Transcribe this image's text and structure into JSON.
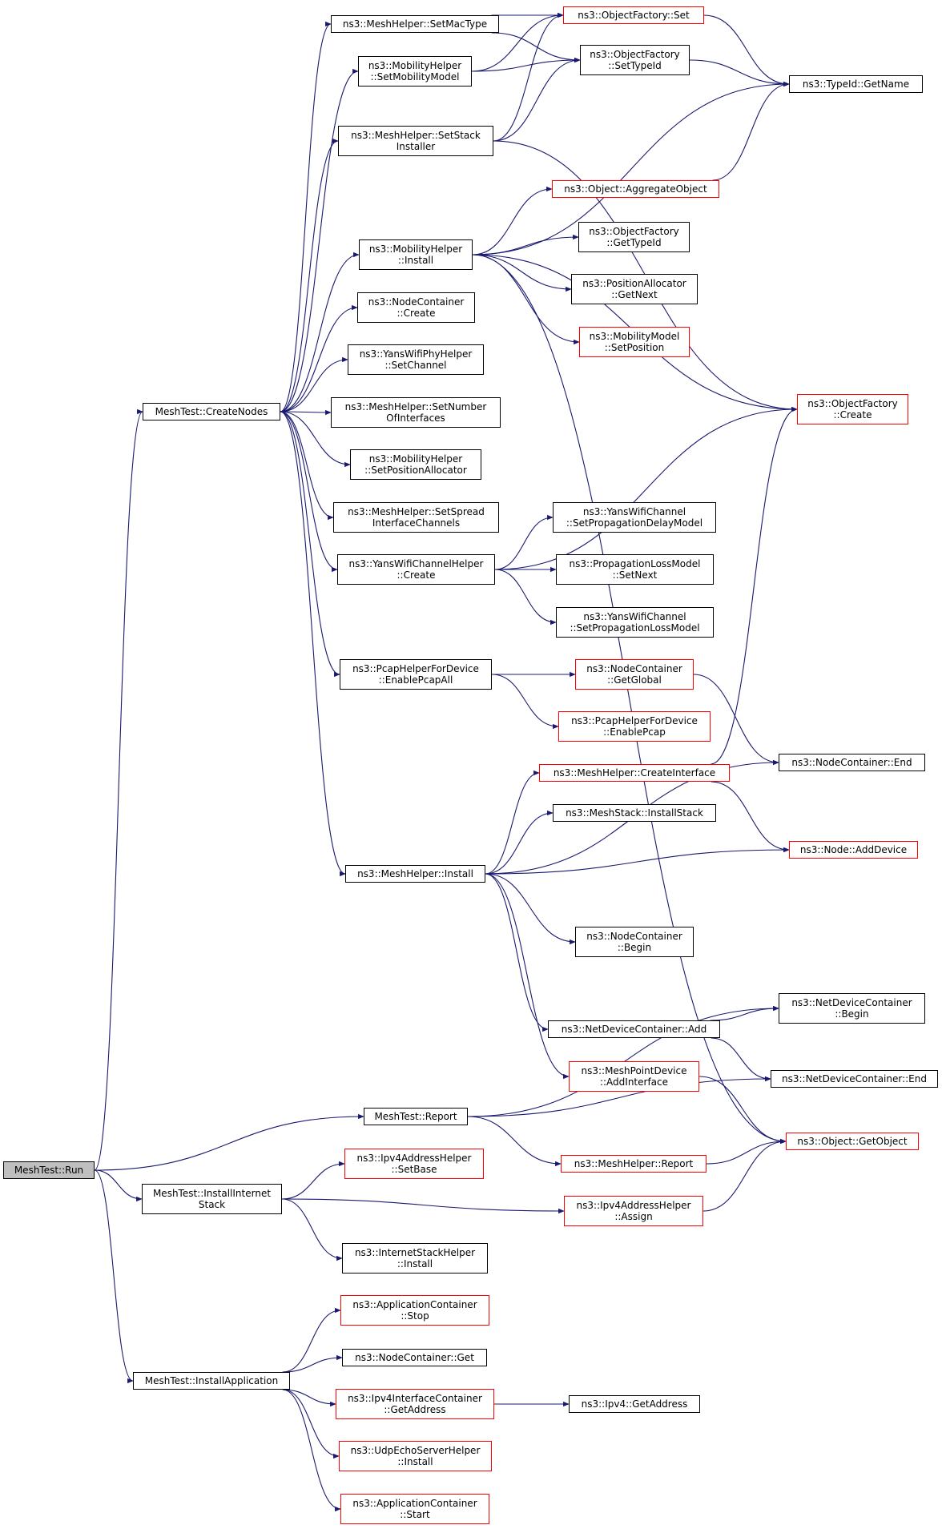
{
  "colors": {
    "edge": "#191970",
    "node_border": "#000000",
    "truncated_border": "#ff0000",
    "root_fill": "#bfbfbf"
  },
  "nodes": {
    "run": "MeshTest::Run",
    "create_nodes": "MeshTest::CreateNodes",
    "report": "MeshTest::Report",
    "install_internet_stack": "MeshTest::InstallInternet\nStack",
    "install_application": "MeshTest::InstallApplication",
    "set_mac_type": "ns3::MeshHelper::SetMacType",
    "object_factory_set": "ns3::ObjectFactory::Set",
    "set_mobility_model": "ns3::MobilityHelper\n::SetMobilityModel",
    "object_factory_set_type_id": "ns3::ObjectFactory\n::SetTypeId",
    "type_id_get_name": "ns3::TypeId::GetName",
    "set_stack_installer": "ns3::MeshHelper::SetStack\nInstaller",
    "aggregate_object": "ns3::Object::AggregateObject",
    "mobility_install": "ns3::MobilityHelper\n::Install",
    "object_factory_get_type_id": "ns3::ObjectFactory\n::GetTypeId",
    "position_allocator_get_next": "ns3::PositionAllocator\n::GetNext",
    "node_container_create": "ns3::NodeContainer\n::Create",
    "mobility_model_set_position": "ns3::MobilityModel\n::SetPosition",
    "yans_wifi_phy_set_channel": "ns3::YansWifiPhyHelper\n::SetChannel",
    "object_factory_create": "ns3::ObjectFactory\n::Create",
    "set_number_of_interfaces": "ns3::MeshHelper::SetNumber\nOfInterfaces",
    "set_position_allocator": "ns3::MobilityHelper\n::SetPositionAllocator",
    "set_spread_interface_channels": "ns3::MeshHelper::SetSpread\nInterfaceChannels",
    "yans_wifi_channel_set_delay": "ns3::YansWifiChannel\n::SetPropagationDelayModel",
    "yans_wifi_channel_helper_create": "ns3::YansWifiChannelHelper\n::Create",
    "propagation_loss_set_next": "ns3::PropagationLossModel\n::SetNext",
    "yans_wifi_channel_set_loss": "ns3::YansWifiChannel\n::SetPropagationLossModel",
    "pcap_enable_pcap_all": "ns3::PcapHelperForDevice\n::EnablePcapAll",
    "node_container_get_global": "ns3::NodeContainer\n::GetGlobal",
    "pcap_enable_pcap": "ns3::PcapHelperForDevice\n::EnablePcap",
    "node_container_end": "ns3::NodeContainer::End",
    "mesh_create_interface": "ns3::MeshHelper::CreateInterface",
    "mesh_stack_install_stack": "ns3::MeshStack::InstallStack",
    "node_add_device": "ns3::Node::AddDevice",
    "mesh_helper_install": "ns3::MeshHelper::Install",
    "node_container_begin": "ns3::NodeContainer\n::Begin",
    "net_device_container_begin": "ns3::NetDeviceContainer\n::Begin",
    "net_device_container_add": "ns3::NetDeviceContainer::Add",
    "mesh_point_add_interface": "ns3::MeshPointDevice\n::AddInterface",
    "net_device_container_end": "ns3::NetDeviceContainer::End",
    "object_get_object": "ns3::Object::GetObject",
    "ipv4_address_set_base": "ns3::Ipv4AddressHelper\n::SetBase",
    "mesh_helper_report": "ns3::MeshHelper::Report",
    "ipv4_address_assign": "ns3::Ipv4AddressHelper\n::Assign",
    "internet_stack_install": "ns3::InternetStackHelper\n::Install",
    "application_container_stop": "ns3::ApplicationContainer\n::Stop",
    "node_container_get": "ns3::NodeContainer::Get",
    "ipv4_interface_get_address": "ns3::Ipv4InterfaceContainer\n::GetAddress",
    "ipv4_get_address": "ns3::Ipv4::GetAddress",
    "udp_echo_server_install": "ns3::UdpEchoServerHelper\n::Install",
    "application_container_start": "ns3::ApplicationContainer\n::Start"
  }
}
